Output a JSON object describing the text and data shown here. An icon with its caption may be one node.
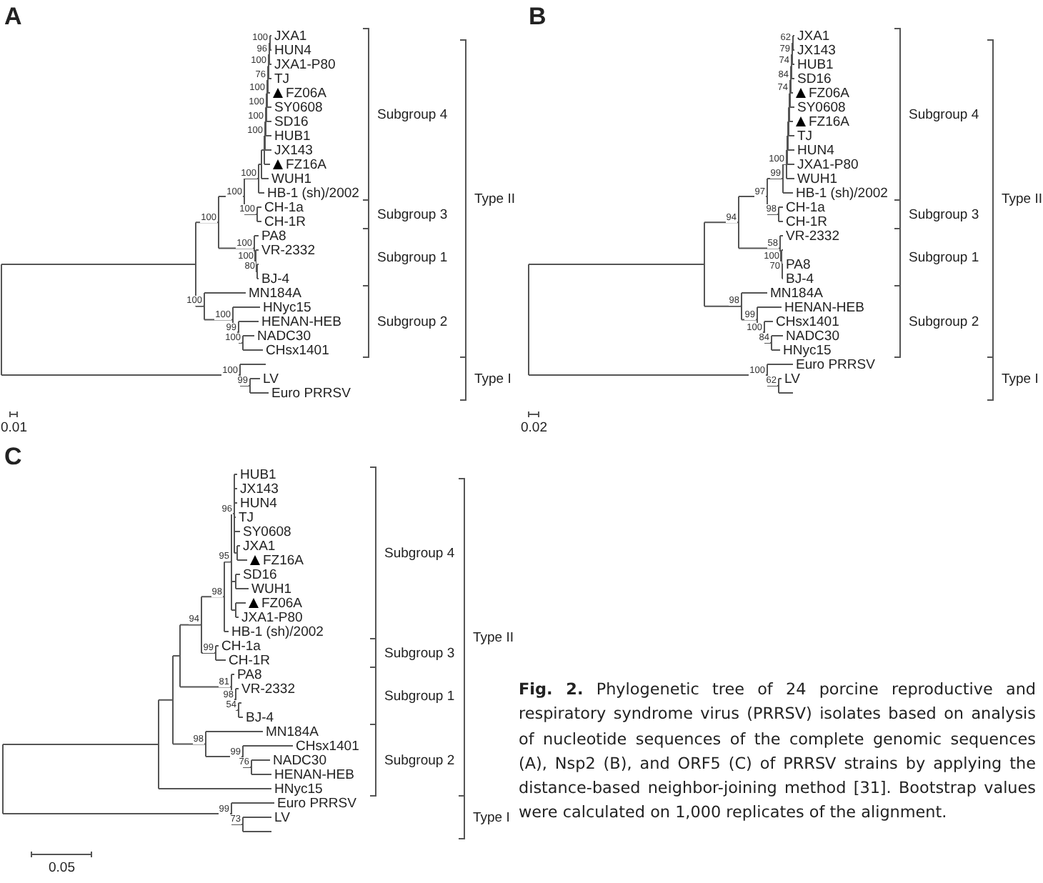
{
  "diagram": {
    "caption": "**Fig. 2.** Phylogenetic tree of 24 porcine reproductive and respiratory syndrome virus (PRRSV) isolates based on analysis of nucleotide sequences of the complete genomic sequences (A), Nsp2 (B), and ORF5 (C) of PRRSV strains by applying the distance-based neighbor-joining method [31]. Bootstrap values were calculated on 1,000 replicates of the alignment.",
    "labels": [
      "A",
      "JXA1",
      "HUN4",
      "JXA1-P80",
      "TJ",
      "FZ06A",
      "SY0608",
      "SD16",
      "HUB1",
      "JX143",
      "FZ16A",
      "WUH1",
      "HB-1 (sh)/2002",
      "CH-1a",
      "CH-1R",
      "PA8",
      "VR-2332",
      "BJ-4",
      "MN184A",
      "HNyc15",
      "HENAN-HEB",
      "NADC30",
      "CHsx1401",
      "LV",
      "Euro PRRSV",
      "100",
      "96",
      "100",
      "76",
      "100",
      "100",
      "100",
      "100",
      "100",
      "100",
      "100",
      "100",
      "100",
      "80",
      "100",
      "100",
      "100",
      "99",
      "100",
      "100",
      "99",
      "Subgroup 4",
      "Subgroup 3",
      "Subgroup 1",
      "Subgroup 2",
      "Type II",
      "Type I",
      "0.01",
      "B",
      "JXA1",
      "JX143",
      "HUB1",
      "SD16",
      "FZ06A",
      "SY0608",
      "FZ16A",
      "TJ",
      "HUN4",
      "JXA1-P80",
      "WUH1",
      "HB-1 (sh)/2002",
      "CH-1a",
      "CH-1R",
      "VR-2332",
      "PA8",
      "BJ-4",
      "MN184A",
      "HENAN-HEB",
      "CHsx1401",
      "NADC30",
      "HNyc15",
      "Euro PRRSV",
      "LV",
      "62",
      "79",
      "74",
      "84",
      "74",
      "100",
      "99",
      "97",
      "94",
      "98",
      "100",
      "70",
      "58",
      "98",
      "99",
      "100",
      "84",
      "100",
      "62",
      "Subgroup 4",
      "Subgroup 3",
      "Subgroup 1",
      "Subgroup 2",
      "Type II",
      "Type I",
      "0.02",
      "C",
      "HUB1",
      "JX143",
      "HUN4",
      "TJ",
      "SY0608",
      "JXA1",
      "FZ16A",
      "SD16",
      "WUH1",
      "FZ06A",
      "JXA1-P80",
      "HB-1 (sh)/2002",
      "CH-1a",
      "CH-1R",
      "PA8",
      "VR-2332",
      "BJ-4",
      "MN184A",
      "CHsx1401",
      "NADC30",
      "HENAN-HEB",
      "HNyc15",
      "Euro PRRSV",
      "LV",
      "96",
      "95",
      "98",
      "94",
      "99",
      "98",
      "54",
      "81",
      "98",
      "99",
      "76",
      "99",
      "73",
      "Subgroup 4",
      "Subgroup 3",
      "Subgroup 1",
      "Subgroup 2",
      "Type II",
      "Type I",
      "0.05"
    ]
  }
}
